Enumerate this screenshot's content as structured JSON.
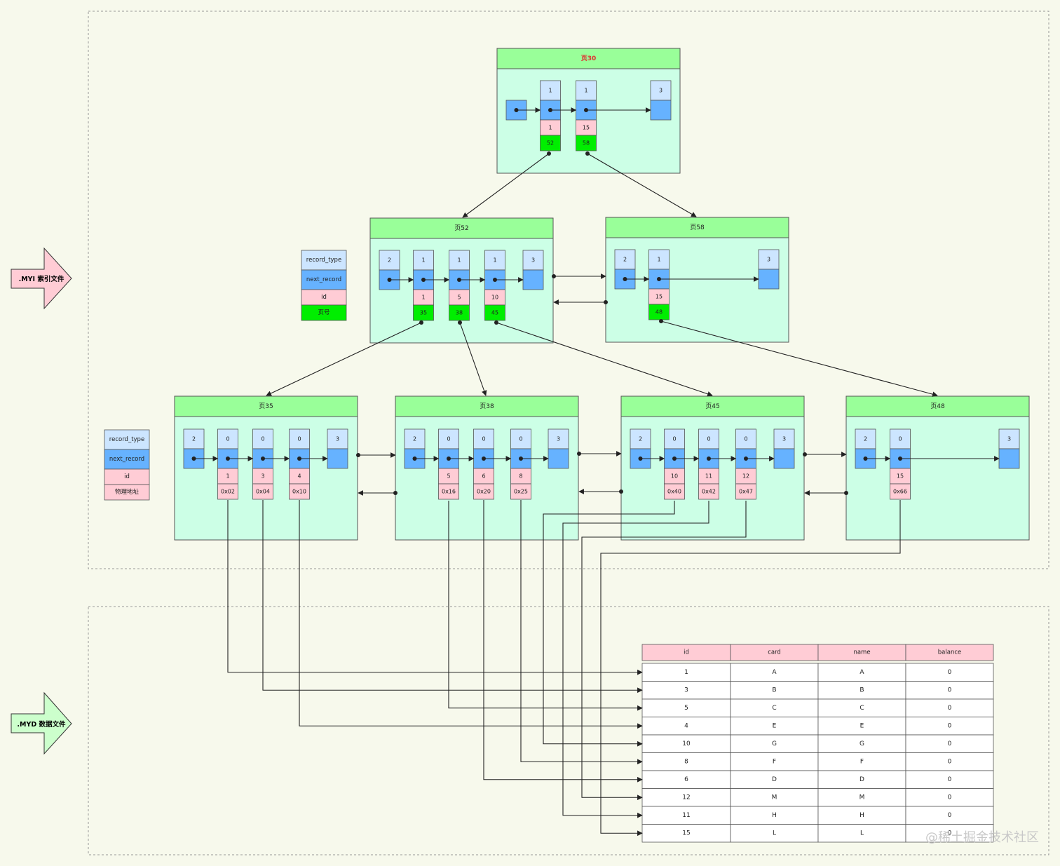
{
  "labels": {
    "myi_file": ".MYI 索引文件",
    "myd_file": ".MYD 数据文件",
    "watermark": "@稀土掘金技术社区"
  },
  "legends": [
    {
      "id": "legend-internal",
      "rows": [
        "record_type",
        "next_record",
        "id",
        "页号"
      ]
    },
    {
      "id": "legend-leaf",
      "rows": [
        "record_type",
        "next_record",
        "id",
        "物理地址"
      ]
    }
  ],
  "pages": [
    {
      "id": "p30",
      "title": "页30",
      "highlight": true,
      "records": [
        {
          "type": "1",
          "id": "1",
          "ptr": "52"
        },
        {
          "type": "1",
          "id": "15",
          "ptr": "58"
        }
      ],
      "end": "3"
    },
    {
      "id": "p52",
      "title": "页52",
      "start": "2",
      "records": [
        {
          "type": "1",
          "id": "1",
          "ptr": "35"
        },
        {
          "type": "1",
          "id": "5",
          "ptr": "38"
        },
        {
          "type": "1",
          "id": "10",
          "ptr": "45"
        }
      ],
      "end": "3"
    },
    {
      "id": "p58",
      "title": "页58",
      "start": "2",
      "records": [
        {
          "type": "1",
          "id": "15",
          "ptr": "48"
        }
      ],
      "end": "3"
    },
    {
      "id": "p35",
      "title": "页35",
      "start": "2",
      "records": [
        {
          "type": "0",
          "id": "1",
          "ptr": "0x02"
        },
        {
          "type": "0",
          "id": "3",
          "ptr": "0x04"
        },
        {
          "type": "0",
          "id": "4",
          "ptr": "0x10"
        }
      ],
      "end": "3"
    },
    {
      "id": "p38",
      "title": "页38",
      "start": "2",
      "records": [
        {
          "type": "0",
          "id": "5",
          "ptr": "0x16"
        },
        {
          "type": "0",
          "id": "6",
          "ptr": "0x20"
        },
        {
          "type": "0",
          "id": "8",
          "ptr": "0x25"
        }
      ],
      "end": "3"
    },
    {
      "id": "p45",
      "title": "页45",
      "start": "2",
      "records": [
        {
          "type": "0",
          "id": "10",
          "ptr": "0x40"
        },
        {
          "type": "0",
          "id": "11",
          "ptr": "0x42"
        },
        {
          "type": "0",
          "id": "12",
          "ptr": "0x47"
        }
      ],
      "end": "3"
    },
    {
      "id": "p48",
      "title": "页48",
      "start": "2",
      "records": [
        {
          "type": "0",
          "id": "15",
          "ptr": "0x66"
        }
      ],
      "end": "3"
    }
  ],
  "table": {
    "headers": [
      "id",
      "card",
      "name",
      "balance"
    ],
    "rows": [
      [
        "1",
        "A",
        "A",
        "0"
      ],
      [
        "3",
        "B",
        "B",
        "0"
      ],
      [
        "5",
        "C",
        "C",
        "0"
      ],
      [
        "4",
        "E",
        "E",
        "0"
      ],
      [
        "10",
        "G",
        "G",
        "0"
      ],
      [
        "8",
        "F",
        "F",
        "0"
      ],
      [
        "6",
        "D",
        "D",
        "0"
      ],
      [
        "12",
        "M",
        "M",
        "0"
      ],
      [
        "11",
        "H",
        "H",
        "0"
      ],
      [
        "15",
        "L",
        "L",
        "0"
      ]
    ]
  },
  "colors": {
    "page_bg": "#ccffe6",
    "page_header": "#99ff99",
    "type_cell": "#cce5ff",
    "next_cell": "#66b2ff",
    "id_cell": "#ffccd5",
    "ptr_cell": "#00ee00",
    "myi_arrow": "#ffccd5",
    "myd_arrow": "#ccffcc",
    "table_header": "#ffccd5",
    "title_highlight": "#e03030"
  }
}
